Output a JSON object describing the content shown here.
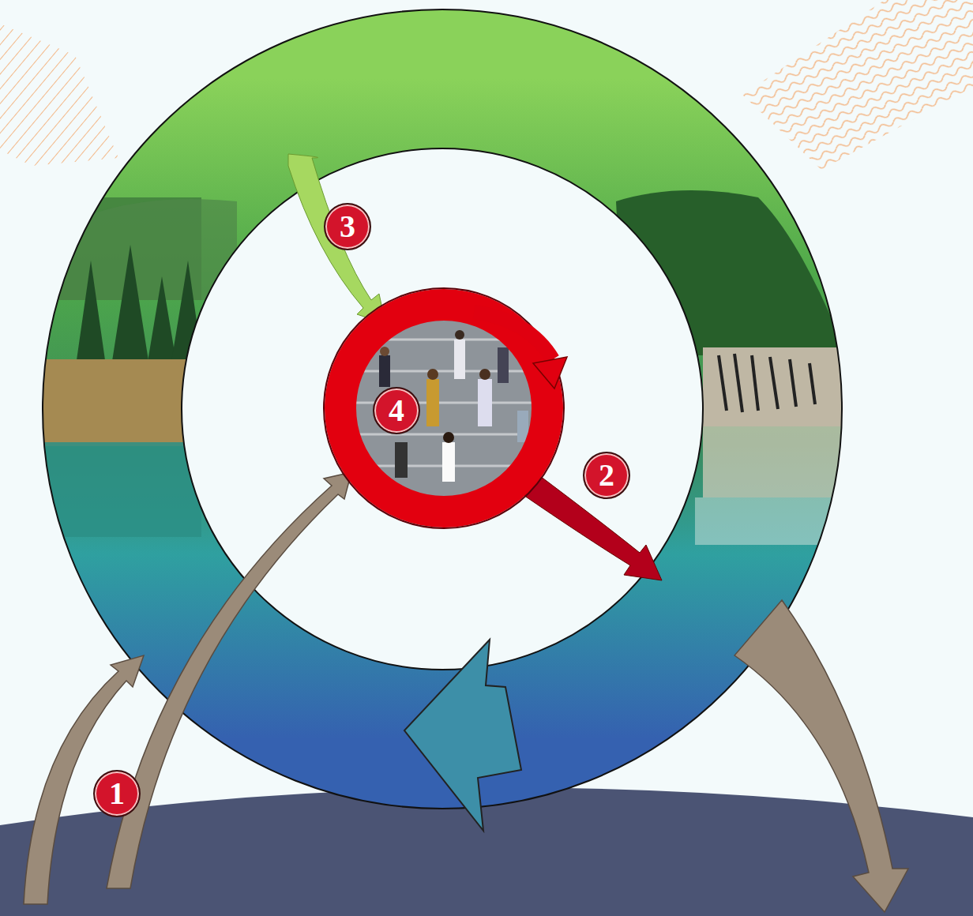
{
  "diagram": {
    "nodes": [
      {
        "text": [
          "4"
        ]
      }
    ],
    "labels": [
      "3",
      "2",
      "1"
    ]
  }
}
